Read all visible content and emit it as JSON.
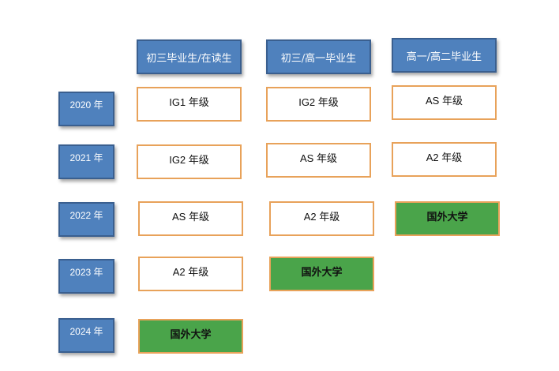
{
  "columns": [
    {
      "label": "初三毕业生/在读生"
    },
    {
      "label": "初三/高一毕业生"
    },
    {
      "label": "高一/高二毕业生"
    }
  ],
  "rows": [
    {
      "label": "2020 年",
      "cells": [
        "IG1 年级",
        "IG2 年级",
        "AS 年级"
      ]
    },
    {
      "label": "2021 年",
      "cells": [
        "IG2 年级",
        "AS 年级",
        "A2 年级"
      ]
    },
    {
      "label": "2022 年",
      "cells": [
        "AS 年级",
        "A2 年级",
        "国外大学"
      ]
    },
    {
      "label": "2023 年",
      "cells": [
        "A2 年级",
        "国外大学"
      ]
    },
    {
      "label": "2024 年",
      "cells": [
        "国外大学"
      ]
    }
  ],
  "colors": {
    "header_fill": "#4f81bd",
    "cell_border": "#e8a25a",
    "university_fill": "#4aa44a"
  }
}
